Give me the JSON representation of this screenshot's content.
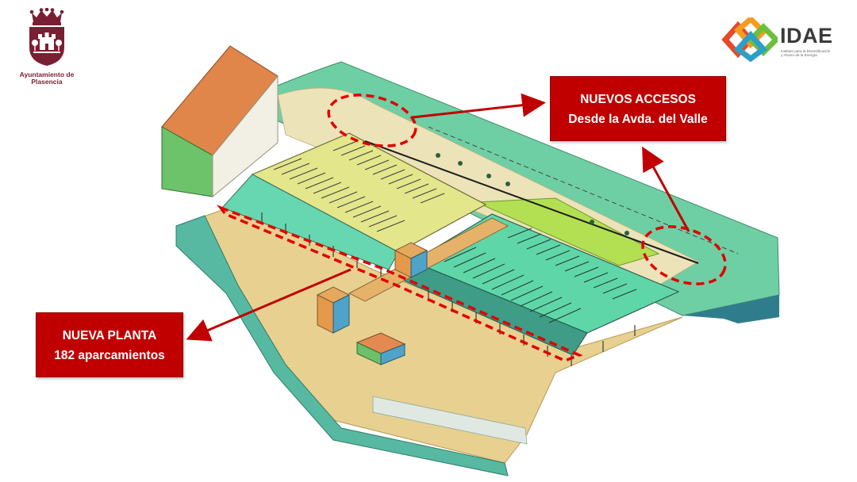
{
  "logo_left": {
    "caption_line1": "Ayuntamiento de",
    "caption_line2": "Plasencia",
    "color": "#7a1e33"
  },
  "logo_right": {
    "wordmark": "IDAE",
    "subtitle_line1": "Instituto para la Diversificación",
    "subtitle_line2": "y Ahorro de la Energía"
  },
  "callouts": {
    "access": {
      "line1": "NUEVOS ACCESOS",
      "line2": "Desde la Avda. del Valle"
    },
    "plant": {
      "line1": "NUEVA PLANTA",
      "line2": "182 aparcamientos"
    }
  },
  "colors": {
    "callout_bg": "#c00000",
    "arrow": "#c00000",
    "highlight_dash": "#e00000",
    "ground_green": "#6fcfa4",
    "parking_yellow": "#e3e68a",
    "parking_teal": "#5fd6a8",
    "sand": "#e8d090"
  }
}
